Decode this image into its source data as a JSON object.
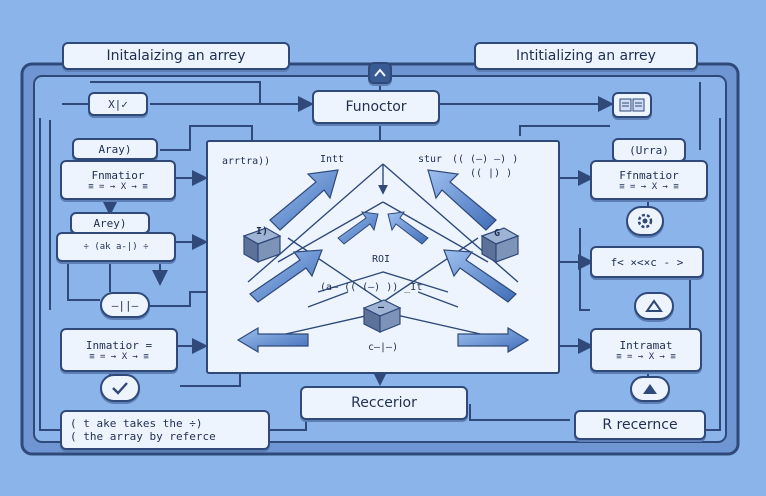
{
  "labels": {
    "title_left": "Initalaizing an arrey",
    "title_right": "Intitializing an arrey",
    "functor": "Funoctor",
    "recursion": "Reccerior",
    "r_reference": "R recernce",
    "xv": "X|✓",
    "array_top_left": "Aray)",
    "fnmation_left": "Fnmatior",
    "fnmation_left_sub": "≡ = → X → ≡",
    "arey_left": "Arey)",
    "arey_left_sub": "÷ (ak a-|) ÷",
    "mid_left_symbol": "—||—",
    "inmation_left": "Inmatior =",
    "inmation_left_sub": "≡ = → X → ≡",
    "takes_line1": "( t ake takes the ÷)",
    "takes_line2": "( the array by referce",
    "urra_right": "(Urra)",
    "ffnmation_right": "Ffnmatior",
    "ffnmation_right_sub": "≡ = → X → ≡",
    "formula_right": "f< ×<×c - >",
    "intramat_right": "Intramat",
    "intramat_right_sub": "≡ = → X → ≡",
    "center_tl": "arrtra))",
    "center_int": "Intt",
    "center_stur": "stur",
    "center_expr1": "(( (–) –) )",
    "center_expr2": "(( |) )",
    "center_ro": "ROI",
    "center_pair": "(a– (( (–) )) _It",
    "center_bottom": "c–|–)",
    "cube_left": "I)",
    "cube_right": "G",
    "cube_center": "–"
  },
  "icons": {
    "top_center": "chevron-up-icon",
    "top_right": "book-icon",
    "gear": "gear-icon",
    "check": "check-icon",
    "triangle_outline": "triangle-outline-icon",
    "triangle_filled": "triangle-filled-icon"
  },
  "colors": {
    "background": "#8ab4ea",
    "frame": "#3a5a93",
    "panel": "#eef4fd",
    "ink": "#1f2f52",
    "arrow_blue": "#4a78c2"
  }
}
